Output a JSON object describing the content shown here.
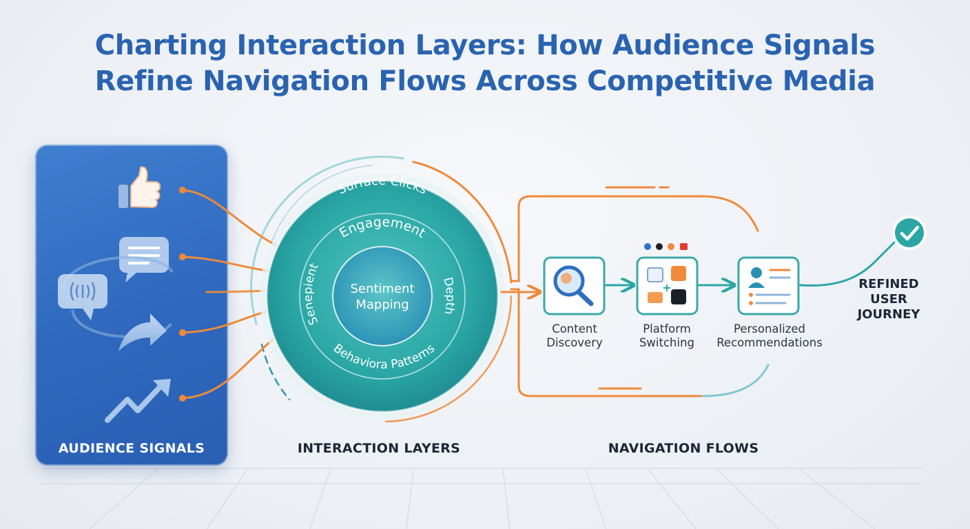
{
  "title": {
    "line1": "Charting Interaction Layers: How Audience Signals",
    "line2": "Refine Navigation Flows Across Competitive Media"
  },
  "signals_panel": {
    "label": "AUDIENCE SIGNALS",
    "icons": [
      "thumbs-up-icon",
      "chat-bubble-icon",
      "voice-bubble-icon",
      "share-arrow-icon",
      "trend-arrow-icon"
    ]
  },
  "layers": {
    "section_label": "INTERACTION LAYERS",
    "outer": "Surface Clicks",
    "middle": "Engagement",
    "left_arc": "Senepient",
    "right_arc": "Depth",
    "bottom_arc": "Behaviora Patterns",
    "core_line1": "Sentiment",
    "core_line2": "Mapping"
  },
  "flows": {
    "section_label": "NAVIGATION FLOWS",
    "nodes": [
      {
        "line1": "Content",
        "line2": "Discovery",
        "icon": "magnifier-icon"
      },
      {
        "line1": "Platform",
        "line2": "Switching",
        "icon": "app-grid-icon"
      },
      {
        "line1": "Personalized",
        "line2": "Recommendations",
        "icon": "profile-list-icon"
      }
    ],
    "final": {
      "line1": "REFINED",
      "line2": "USER",
      "line3": "JOURNEY",
      "icon": "check-circle-icon"
    }
  },
  "colors": {
    "title": "#2a63b0",
    "panel": "#2f68bd",
    "teal": "#2aa7a5",
    "orange": "#ee8a3a",
    "dark_text": "#1d2636"
  }
}
